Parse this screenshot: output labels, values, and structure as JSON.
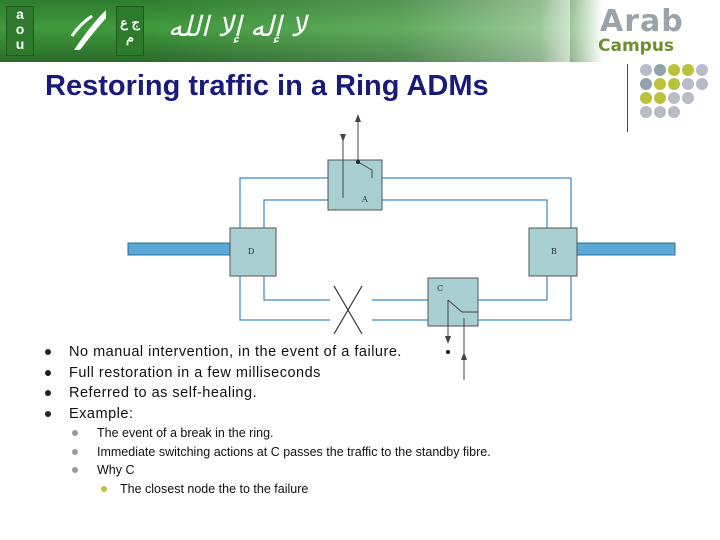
{
  "header": {
    "logo_letters": [
      "a",
      "o",
      "u"
    ],
    "logo_arabic": "ج ع م",
    "calligraphy": "لا إله إلا الله",
    "brand_top": "Arab",
    "brand_bottom": "Campus"
  },
  "slide": {
    "title": "Restoring traffic in a Ring ADMs"
  },
  "diagram": {
    "nodes": [
      "A",
      "B",
      "C",
      "D"
    ]
  },
  "bullets": [
    {
      "text": "No manual intervention, in the event of a failure."
    },
    {
      "text": "Full restoration in a few milliseconds"
    },
    {
      "text": "Referred to as self-healing."
    },
    {
      "text": "Example:"
    }
  ],
  "sub_bullets": [
    {
      "text": "The event of a break in the ring."
    },
    {
      "text": "Immediate switching actions at C passes the traffic to the standby fibre."
    },
    {
      "text": "Why C"
    }
  ],
  "sub_sub_bullets": [
    {
      "text": "The closest node the to the failure"
    }
  ],
  "colors": {
    "title": "#1a1a7a",
    "banner_green": "#3f9a3c",
    "node_fill": "#a8cfd2",
    "fibre": "#5aa8d6",
    "dot_gray": "#b8bcc4",
    "dot_slate": "#8fa3ad",
    "dot_olive": "#b9c23a"
  }
}
